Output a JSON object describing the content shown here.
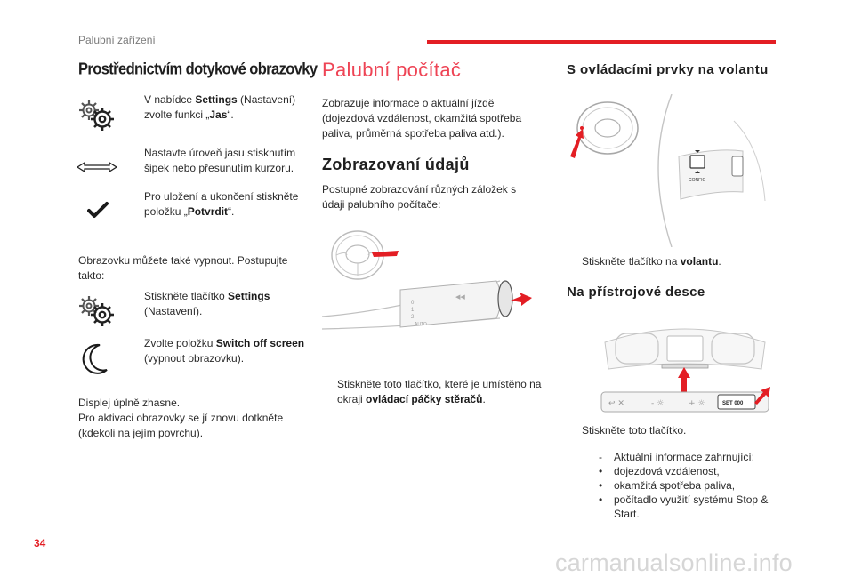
{
  "header": {
    "title": "Palubní zařízení"
  },
  "page_number": "34",
  "watermark": "carmanualsonline.info",
  "col1": {
    "heading": "Prostřednictvím dotykové obrazovky",
    "steps": [
      {
        "marker": "",
        "pre": "V nabídce ",
        "bold": "Settings",
        "post": " (Nastavení) zvolte funkci „",
        "bold2": "Jas",
        "post2": "“."
      },
      {
        "marker": "",
        "text": "Nastavte úroveň jasu stisknutím šipek nebo přesunutím kurzoru."
      },
      {
        "marker": "",
        "pre": "Pro uložení a ukončení stiskněte položku „",
        "bold": "Potvrdit",
        "post": "“."
      }
    ],
    "off_intro": "Obrazovku můžete také vypnout. Postupujte takto:",
    "off_steps": [
      {
        "marker": "",
        "pre": "Stiskněte tlačítko ",
        "bold": "Settings",
        "post": " (Nastavení)."
      },
      {
        "marker": "",
        "pre": "Zvolte položku ",
        "bold": "Switch off screen",
        "post": " (vypnout obrazovku)."
      }
    ],
    "final_line1": "Displej úplně zhasne.",
    "final_line2": "Pro aktivaci obrazovky se jí znovu dotkněte (kdekoli na jejím povrchu).",
    "icons": [
      "settings-gears-icon",
      "slider-arrows-icon",
      "checkmark-icon",
      "settings-gears-icon",
      "moon-icon"
    ]
  },
  "col2": {
    "heading": "Palubní počítač",
    "intro": "Zobrazuje informace o aktuální jízdě (dojezdová vzdálenost, okamžitá spotřeba paliva, průměrná spotřeba paliva atd.).",
    "subheading": "Zobrazovaní údajů",
    "sub_text": "Postupné zobrazování různých záložek s údaji palubního počítače:",
    "lever_labels": [
      "0",
      "1",
      "2",
      "AUTO"
    ],
    "step": {
      "marker": "",
      "pre": "Stiskněte toto tlačítko, které je umístěno na okraji ",
      "bold": "ovládací páčky stěračů",
      "post": "."
    }
  },
  "col3": {
    "heading": "S ovládacími prvky na volantu",
    "wheel_button_label": "CONFIG",
    "step1": {
      "marker": "",
      "pre": "Stiskněte tlačítko na ",
      "bold": "volantu",
      "post": "."
    },
    "subheading": "Na přístrojové desce",
    "dash_button_label": "SET 000",
    "step2": {
      "marker": "",
      "text": "Stiskněte toto tlačítko."
    },
    "list": [
      {
        "bullet": "-",
        "text": "Aktuální informace zahrnující:"
      },
      {
        "bullet": "•",
        "text": "dojezdová vzdálenost,"
      },
      {
        "bullet": "•",
        "text": "okamžitá spotřeba paliva,"
      },
      {
        "bullet": "•",
        "text": "počítadlo využití systému Stop & Start."
      }
    ]
  },
  "colors": {
    "accent_red": "#e31e24",
    "heading_pink": "#ee4455"
  }
}
